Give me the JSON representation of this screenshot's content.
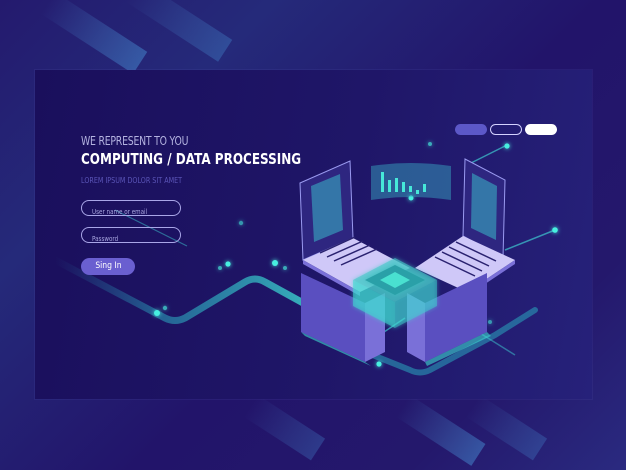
{
  "hero": {
    "eyebrow": "WE REPRESENT TO YOU",
    "title": "COMPUTING / DATA PROCESSING",
    "subtitle": "LOREM IPSUM DOLOR SIT AMET"
  },
  "login_form": {
    "username_placeholder": "User name or email",
    "password_placeholder": "Password",
    "submit_label": "Sing In"
  },
  "slider_indicators": [
    {
      "state": "inactive-filled"
    },
    {
      "state": "inactive-outline"
    },
    {
      "state": "active"
    }
  ],
  "colors": {
    "background": "#22146a",
    "card": "#1a0f5c",
    "accent": "#6a5fd0",
    "glow": "#3ee8d8",
    "device": "#5a4fc0"
  }
}
